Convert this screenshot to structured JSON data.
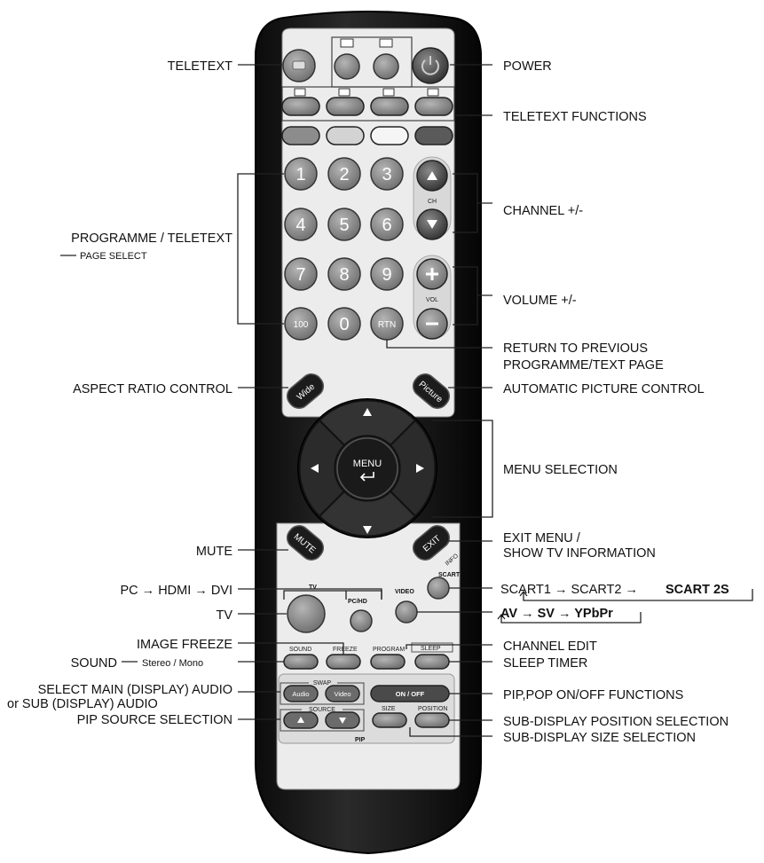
{
  "callouts": {
    "teletext": "TELETEXT",
    "power": "POWER",
    "teletext_functions": "TELETEXT FUNCTIONS",
    "channel": "CHANNEL +/-",
    "programme": "PROGRAMME / TELETEXT",
    "page_select": "PAGE SELECT",
    "volume": "VOLUME +/-",
    "return_1": "RETURN TO PREVIOUS",
    "return_2": "PROGRAMME/TEXT PAGE",
    "aspect": "ASPECT RATIO CONTROL",
    "auto_picture": "AUTOMATIC PICTURE CONTROL",
    "menu_selection": "MENU SELECTION",
    "mute": "MUTE",
    "exit_1": "EXIT MENU /",
    "exit_2": "SHOW TV INFORMATION",
    "pc_chain": "PC → HDMI → DVI",
    "scart_chain_a": "SCART1 → SCART2 →",
    "scart_chain_b": "SCART 2S",
    "tv": "TV",
    "av_chain": "AV → SV → YPbPr",
    "image_freeze": "IMAGE FREEZE",
    "channel_edit": "CHANNEL EDIT",
    "sound": "SOUND",
    "sound_mode": "Stereo / Mono",
    "sleep_timer": "SLEEP TIMER",
    "select_audio_1": "SELECT MAIN (DISPLAY) AUDIO",
    "select_audio_2": "or SUB (DISPLAY) AUDIO",
    "pip_source": "PIP SOURCE SELECTION",
    "pip_onoff": "PIP,POP ON/OFF FUNCTIONS",
    "sub_position": "SUB-DISPLAY POSITION SELECTION",
    "sub_size": "SUB-DISPLAY SIZE SELECTION"
  },
  "remote": {
    "digits": [
      "1",
      "2",
      "3",
      "4",
      "5",
      "6",
      "7",
      "8",
      "9",
      "100",
      "0",
      "RTN"
    ],
    "ch": "CH",
    "vol": "VOL",
    "wide": "Wide",
    "picture": "Picture",
    "menu": "MENU",
    "mute": "MUTE",
    "exit": "EXIT",
    "info": "INFO",
    "scart": "SCART",
    "tv": "TV",
    "pchd": "PC/HD",
    "video": "VIDEO",
    "sound": "SOUND",
    "freeze": "FREEZE",
    "program": "PROGRAM",
    "sleep": "SLEEP",
    "swap": "SWAP",
    "audio": "Audio",
    "video_small": "Video",
    "onoff": "ON / OFF",
    "source": "SOURCE",
    "size": "SIZE",
    "position": "POSITION",
    "pip": "PIP"
  },
  "colors": {
    "body": "#161616",
    "panel": "#eeeeee",
    "button_gray": "#8a8a8a",
    "button_dark": "#2a2a2a"
  }
}
